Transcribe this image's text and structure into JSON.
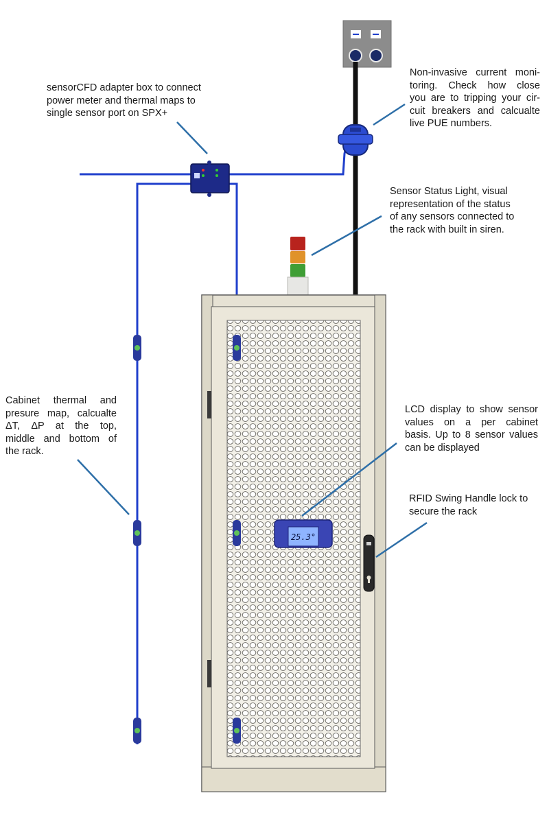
{
  "callouts": {
    "adapter": [
      "sensorCFD adapter box to connect",
      "power meter and thermal maps to",
      "single sensor port on SPX+"
    ],
    "current": [
      "Non-invasive current moni-",
      "toring. Check how close",
      "you are to tripping your cir-",
      "cuit breakers and calcualte",
      "live PUE numbers."
    ],
    "status_light": [
      "Sensor Status Light, visual",
      "representation of the status",
      "of any sensors connected to",
      "the rack with built in siren."
    ],
    "thermal_map": [
      "Cabinet thermal and",
      "presure map, calcualte",
      "ΔT, ΔP at the top,",
      "middle and bottom of",
      "the rack."
    ],
    "lcd": [
      "LCD display to show sensor",
      "values on a per cabinet",
      "basis. Up to 8 sensor values",
      "can be displayed"
    ],
    "rfid": [
      "RFID Swing Handle lock to",
      "secure the rack"
    ]
  },
  "lcd_reading": "25.3°",
  "colors": {
    "cable": "#1f3fcc",
    "sensor_body": "#2a3a9c",
    "callout_line": "#2e6fa8",
    "cabinet": "#e6e2d4",
    "cabinet_edge": "#5a5a5a",
    "power_cable": "#111111",
    "outlet_plate": "#8c8c8c",
    "light_red": "#b8231d",
    "light_amber": "#e0922a",
    "light_green": "#3f9e35"
  },
  "icons": [
    "power-outlet-icon",
    "current-clamp-icon",
    "adapter-box-icon",
    "stack-light-icon",
    "thermal-sensor-icon",
    "lcd-display-icon",
    "swing-handle-icon"
  ]
}
